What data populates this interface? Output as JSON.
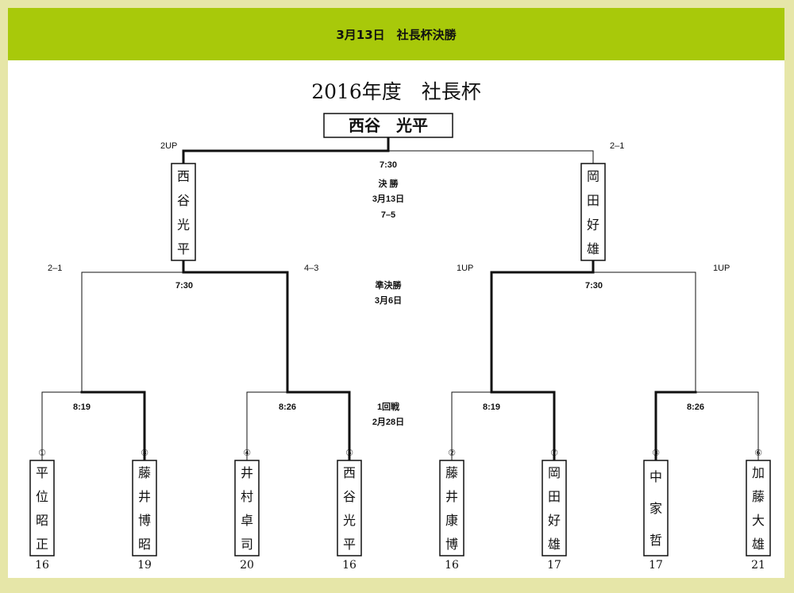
{
  "header": {
    "text": "3月13日　社長杯決勝"
  },
  "title": "2016年度　社長杯",
  "champion": "西谷　光平",
  "final": {
    "left_name": "西谷光平",
    "right_name": "岡田好雄",
    "left_result": "2UP",
    "right_result": "2–1",
    "time": "7:30",
    "round_name": "決 勝",
    "date": "3月13日",
    "score": "7–5"
  },
  "semis": {
    "round_name": "準決勝",
    "date": "3月6日",
    "left": {
      "time": "7:30",
      "left_result": "2–1",
      "right_result": "4–3"
    },
    "right": {
      "time": "7:30",
      "left_result": "1UP",
      "right_result": "1UP"
    }
  },
  "first_round": {
    "round_name": "1回戦",
    "date": "2月28日",
    "match_times": [
      "8:19",
      "8:26",
      "8:19",
      "8:26"
    ]
  },
  "players": [
    {
      "seed": "①",
      "name": "平位昭正",
      "score": "16"
    },
    {
      "seed": "⑧",
      "name": "藤井博昭",
      "score": "19"
    },
    {
      "seed": "④",
      "name": "井村卓司",
      "score": "20"
    },
    {
      "seed": "⑤",
      "name": "西谷光平",
      "score": "16"
    },
    {
      "seed": "②",
      "name": "藤井康博",
      "score": "16"
    },
    {
      "seed": "⑦",
      "name": "岡田好雄",
      "score": "17"
    },
    {
      "seed": "③",
      "name": "中家哲",
      "score": "17"
    },
    {
      "seed": "⑥",
      "name": "加藤大雄",
      "score": "21"
    }
  ],
  "winners": {
    "first_round": [
      1,
      3,
      5,
      6
    ],
    "semis": [
      3,
      5
    ],
    "final": 3
  }
}
